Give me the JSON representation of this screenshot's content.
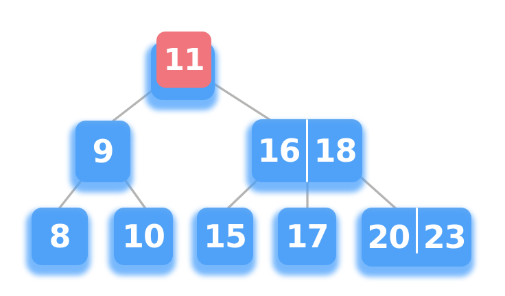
{
  "colors": {
    "node_fill": "#62a9f2",
    "node_halo": "#4aa0fb",
    "root_fill": "#f0757d",
    "edge": "#b5b4b2",
    "key_text": "#ffffff",
    "divider": "#ffffff"
  },
  "tree": {
    "nodes": [
      {
        "id": "11",
        "keys": [
          "11"
        ],
        "level": 0,
        "highlighted": true
      },
      {
        "id": "9",
        "keys": [
          "9"
        ],
        "level": 1,
        "highlighted": false
      },
      {
        "id": "16-18",
        "keys": [
          "16",
          "18"
        ],
        "level": 1,
        "highlighted": false
      },
      {
        "id": "8",
        "keys": [
          "8"
        ],
        "level": 2,
        "highlighted": false
      },
      {
        "id": "10",
        "keys": [
          "10"
        ],
        "level": 2,
        "highlighted": false
      },
      {
        "id": "15",
        "keys": [
          "15"
        ],
        "level": 2,
        "highlighted": false
      },
      {
        "id": "17",
        "keys": [
          "17"
        ],
        "level": 2,
        "highlighted": false
      },
      {
        "id": "20-23",
        "keys": [
          "20",
          "23"
        ],
        "level": 2,
        "highlighted": false
      }
    ],
    "edges": [
      {
        "from": "11",
        "to": "9"
      },
      {
        "from": "11",
        "to": "16-18"
      },
      {
        "from": "9",
        "to": "8"
      },
      {
        "from": "9",
        "to": "10"
      },
      {
        "from": "16-18",
        "to": "15"
      },
      {
        "from": "16-18",
        "to": "17"
      },
      {
        "from": "16-18",
        "to": "20-23"
      }
    ]
  }
}
